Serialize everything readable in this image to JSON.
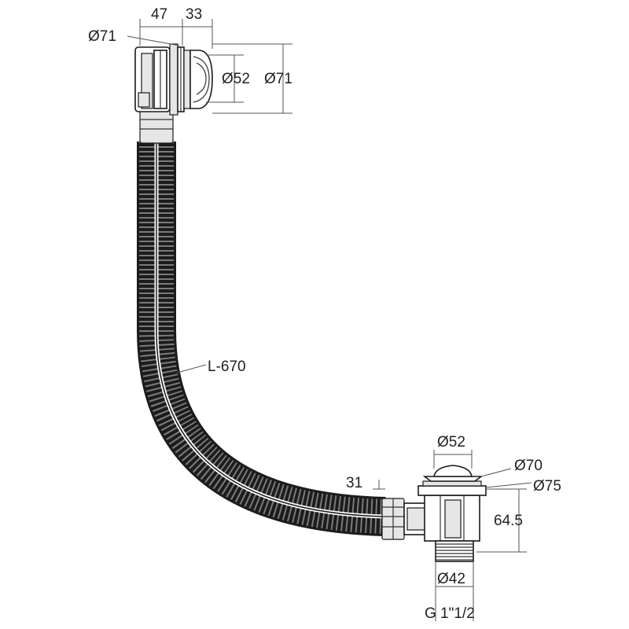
{
  "labels": {
    "top_width_1": "47",
    "top_width_2": "33",
    "overflow_outer_diameter": "Ø71",
    "overflow_inner_diameter": "Ø52",
    "overflow_face_diameter": "Ø71",
    "hose_length": "L-670",
    "waste_cap_diameter": "Ø52",
    "waste_flange_diameter": "Ø70",
    "waste_ring_diameter": "Ø75",
    "flange_offset": "31",
    "waste_body_height": "64.5",
    "tail_diameter": "Ø42",
    "thread_size": "G 1\"1/2"
  }
}
